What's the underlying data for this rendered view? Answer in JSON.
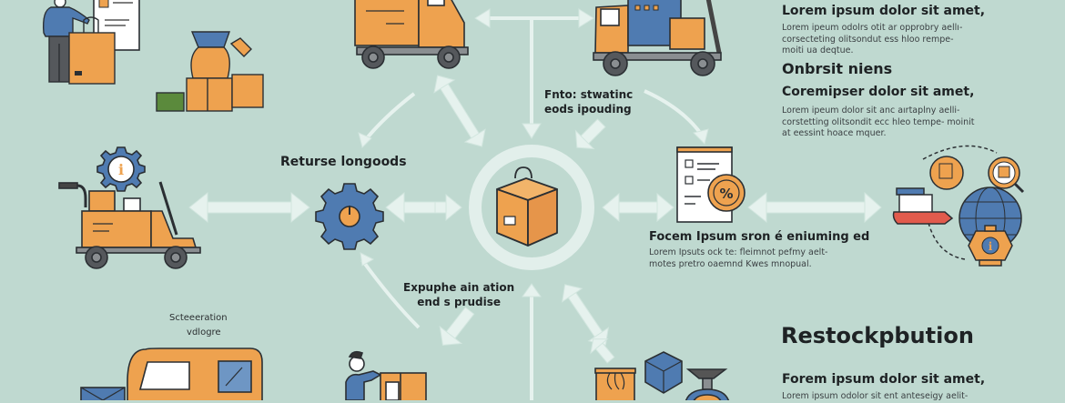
{
  "colors": {
    "background": "#bfd9d0",
    "orange": "#eea24f",
    "blue": "#4f7bb1",
    "outline": "#2b2f33",
    "arrow": "#e6f2ee",
    "gray": "#5d6063",
    "red": "#e25b4d",
    "green": "#5b8a3c"
  },
  "labels": {
    "center_top": [
      "Fnto: stwatinc",
      "eods ipouding"
    ],
    "left_gear": "Returse longoods",
    "center_bottom": [
      "Expuphe ain ation",
      "end s prudise"
    ],
    "bottom_left": [
      "Scteeeration",
      "vdlogre"
    ]
  },
  "right_panel": {
    "block1": {
      "heading": "Lorem ipsum dolor sit amet,",
      "body": "Lorem ipeum odolrs otit ar opprobry aellı- corsecteting olitsondut ess hloo rempe- moiti ua deqtue."
    },
    "subtitle": "Onbrsit niens",
    "block2": {
      "heading": "Coremipser dolor sit amet,",
      "body": "Lorem ipeum dolor sit anc aırtaplny aelli- corstetting olitsondit ecc hleo tempe- moinit at eessint hoace mquer."
    },
    "block3": {
      "heading": "Focem Ipsum sron é eniuming ed",
      "body": "Lorem Ipsuts ock te: fleimnot pefmy aelt- motes pretro oaemnd Kwes mnopual."
    },
    "section_title": "Restockpbution",
    "block4": {
      "heading": "Forem ipsum dolor sit amet,",
      "body": "Lorem ipsum odolor sit ent anteseigy aelit-"
    }
  },
  "icons": {
    "person_bag": "person-with-shopping-bag-icon",
    "document": "document-icon",
    "sack_boxes": "sack-and-boxes-icon",
    "money": "cash-icon",
    "truck_top_left": "delivery-truck-icon",
    "truck_top_right": "forklift-truck-icon",
    "cart_info": "cart-with-info-gear-icon",
    "gear": "gear-icon",
    "center_box": "package-icon",
    "checklist": "checklist-discount-icon",
    "global_network": "global-logistics-icon",
    "van": "van-icon",
    "person_box": "person-with-box-icon",
    "goods": "goods-bag-cube-scale-icon"
  }
}
